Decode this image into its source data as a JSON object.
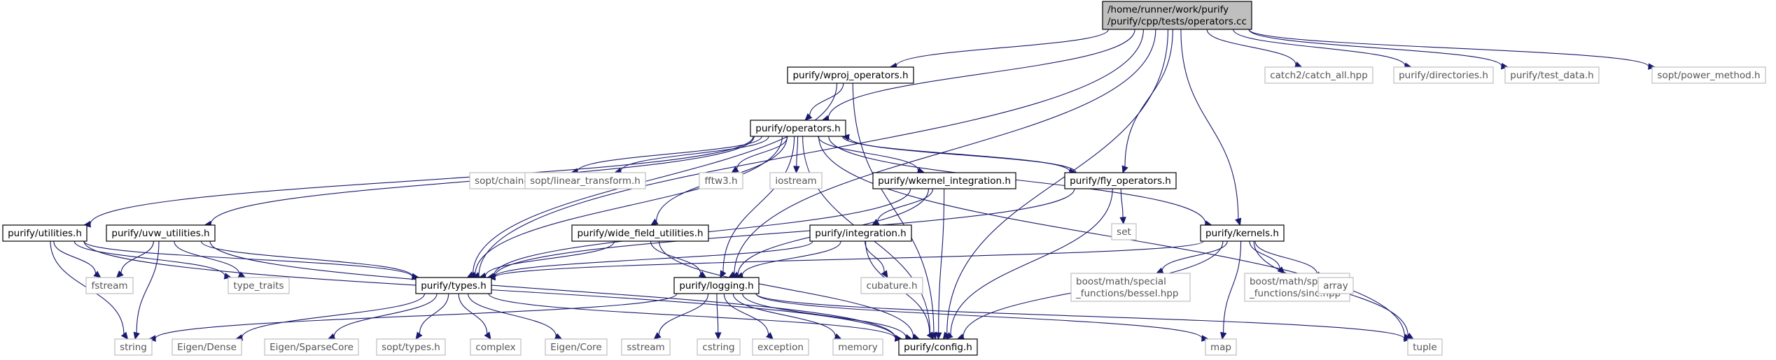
{
  "nodes": [
    {
      "id": "root",
      "kind": "root",
      "lines": [
        "/home/runner/work/purify",
        "/purify/cpp/tests/operators.cc"
      ]
    },
    {
      "id": "wproj",
      "kind": "local",
      "lines": [
        "purify/wproj_operators.h"
      ]
    },
    {
      "id": "catch2",
      "kind": "system",
      "lines": [
        "catch2/catch_all.hpp"
      ]
    },
    {
      "id": "directories",
      "kind": "system",
      "lines": [
        "purify/directories.h"
      ]
    },
    {
      "id": "test_data",
      "kind": "system",
      "lines": [
        "purify/test_data.h"
      ]
    },
    {
      "id": "power_method",
      "kind": "system",
      "lines": [
        "sopt/power_method.h"
      ]
    },
    {
      "id": "operators",
      "kind": "local",
      "lines": [
        "purify/operators.h"
      ]
    },
    {
      "id": "chained",
      "kind": "system",
      "lines": [
        "sopt/chained_operators.h"
      ]
    },
    {
      "id": "linear",
      "kind": "system",
      "lines": [
        "sopt/linear_transform.h"
      ]
    },
    {
      "id": "fftw3",
      "kind": "system",
      "lines": [
        "fftw3.h"
      ]
    },
    {
      "id": "iostream",
      "kind": "system",
      "lines": [
        "iostream"
      ]
    },
    {
      "id": "wkernel",
      "kind": "local",
      "lines": [
        "purify/wkernel_integration.h"
      ]
    },
    {
      "id": "fly",
      "kind": "local",
      "lines": [
        "purify/fly_operators.h"
      ]
    },
    {
      "id": "set",
      "kind": "system",
      "lines": [
        "set"
      ]
    },
    {
      "id": "utilities",
      "kind": "local",
      "lines": [
        "purify/utilities.h"
      ]
    },
    {
      "id": "uvw",
      "kind": "local",
      "lines": [
        "purify/uvw_utilities.h"
      ]
    },
    {
      "id": "widefield",
      "kind": "local",
      "lines": [
        "purify/wide_field_utilities.h"
      ]
    },
    {
      "id": "integration",
      "kind": "local",
      "lines": [
        "purify/integration.h"
      ]
    },
    {
      "id": "kernels",
      "kind": "local",
      "lines": [
        "purify/kernels.h"
      ]
    },
    {
      "id": "fstream",
      "kind": "system",
      "lines": [
        "fstream"
      ]
    },
    {
      "id": "type_traits",
      "kind": "system",
      "lines": [
        "type_traits"
      ]
    },
    {
      "id": "types",
      "kind": "local",
      "lines": [
        "purify/types.h"
      ]
    },
    {
      "id": "logging",
      "kind": "local",
      "lines": [
        "purify/logging.h"
      ]
    },
    {
      "id": "cubature",
      "kind": "system",
      "lines": [
        "cubature.h"
      ]
    },
    {
      "id": "bessel",
      "kind": "system",
      "lines": [
        "boost/math/special",
        "_functions/bessel.hpp"
      ]
    },
    {
      "id": "sinc",
      "kind": "system",
      "lines": [
        "boost/math/special",
        "_functions/sinc.hpp"
      ]
    },
    {
      "id": "array",
      "kind": "system",
      "lines": [
        "array"
      ]
    },
    {
      "id": "string",
      "kind": "system",
      "lines": [
        "string"
      ]
    },
    {
      "id": "eigen_dense",
      "kind": "system",
      "lines": [
        "Eigen/Dense"
      ]
    },
    {
      "id": "eigen_sparse",
      "kind": "system",
      "lines": [
        "Eigen/SparseCore"
      ]
    },
    {
      "id": "sopt_types",
      "kind": "system",
      "lines": [
        "sopt/types.h"
      ]
    },
    {
      "id": "complex",
      "kind": "system",
      "lines": [
        "complex"
      ]
    },
    {
      "id": "eigen_core",
      "kind": "system",
      "lines": [
        "Eigen/Core"
      ]
    },
    {
      "id": "sstream",
      "kind": "system",
      "lines": [
        "sstream"
      ]
    },
    {
      "id": "cstring",
      "kind": "system",
      "lines": [
        "cstring"
      ]
    },
    {
      "id": "exception",
      "kind": "system",
      "lines": [
        "exception"
      ]
    },
    {
      "id": "memory",
      "kind": "system",
      "lines": [
        "memory"
      ]
    },
    {
      "id": "config",
      "kind": "local",
      "lines": [
        "purify/config.h"
      ]
    },
    {
      "id": "map",
      "kind": "system",
      "lines": [
        "map"
      ]
    },
    {
      "id": "tuple",
      "kind": "system",
      "lines": [
        "tuple"
      ]
    }
  ],
  "edges": [
    [
      "root",
      "wproj"
    ],
    [
      "root",
      "catch2"
    ],
    [
      "root",
      "directories"
    ],
    [
      "root",
      "test_data"
    ],
    [
      "root",
      "power_method"
    ],
    [
      "root",
      "operators"
    ],
    [
      "root",
      "fly"
    ],
    [
      "root",
      "kernels"
    ],
    [
      "root",
      "types"
    ],
    [
      "root",
      "logging"
    ],
    [
      "root",
      "config"
    ],
    [
      "wproj",
      "operators"
    ],
    [
      "wproj",
      "types"
    ],
    [
      "wproj",
      "config"
    ],
    [
      "operators",
      "chained"
    ],
    [
      "operators",
      "linear"
    ],
    [
      "operators",
      "fftw3"
    ],
    [
      "operators",
      "iostream"
    ],
    [
      "operators",
      "wkernel"
    ],
    [
      "operators",
      "fly"
    ],
    [
      "operators",
      "utilities"
    ],
    [
      "operators",
      "uvw"
    ],
    [
      "operators",
      "widefield"
    ],
    [
      "operators",
      "kernels"
    ],
    [
      "operators",
      "types"
    ],
    [
      "operators",
      "logging"
    ],
    [
      "operators",
      "config"
    ],
    [
      "operators",
      "tuple"
    ],
    [
      "fly",
      "operators"
    ],
    [
      "fly",
      "set"
    ],
    [
      "fly",
      "types"
    ],
    [
      "fly",
      "config"
    ],
    [
      "wkernel",
      "integration"
    ],
    [
      "wkernel",
      "logging"
    ],
    [
      "wkernel",
      "types"
    ],
    [
      "wkernel",
      "config"
    ],
    [
      "utilities",
      "fstream"
    ],
    [
      "utilities",
      "type_traits"
    ],
    [
      "utilities",
      "types"
    ],
    [
      "utilities",
      "string"
    ],
    [
      "utilities",
      "config"
    ],
    [
      "uvw",
      "fstream"
    ],
    [
      "uvw",
      "type_traits"
    ],
    [
      "uvw",
      "types"
    ],
    [
      "uvw",
      "string"
    ],
    [
      "uvw",
      "config"
    ],
    [
      "widefield",
      "types"
    ],
    [
      "widefield",
      "logging"
    ],
    [
      "widefield",
      "config"
    ],
    [
      "integration",
      "types"
    ],
    [
      "integration",
      "logging"
    ],
    [
      "integration",
      "cubature"
    ],
    [
      "integration",
      "config"
    ],
    [
      "kernels",
      "types"
    ],
    [
      "kernels",
      "bessel"
    ],
    [
      "kernels",
      "sinc"
    ],
    [
      "kernels",
      "array"
    ],
    [
      "kernels",
      "tuple"
    ],
    [
      "kernels",
      "map"
    ],
    [
      "kernels",
      "config"
    ],
    [
      "types",
      "eigen_dense"
    ],
    [
      "types",
      "eigen_sparse"
    ],
    [
      "types",
      "sopt_types"
    ],
    [
      "types",
      "complex"
    ],
    [
      "types",
      "eigen_core"
    ],
    [
      "types",
      "config"
    ],
    [
      "logging",
      "string"
    ],
    [
      "logging",
      "sstream"
    ],
    [
      "logging",
      "cstring"
    ],
    [
      "logging",
      "exception"
    ],
    [
      "logging",
      "memory"
    ],
    [
      "logging",
      "config"
    ],
    [
      "logging",
      "map"
    ],
    [
      "logging",
      "tuple"
    ]
  ]
}
